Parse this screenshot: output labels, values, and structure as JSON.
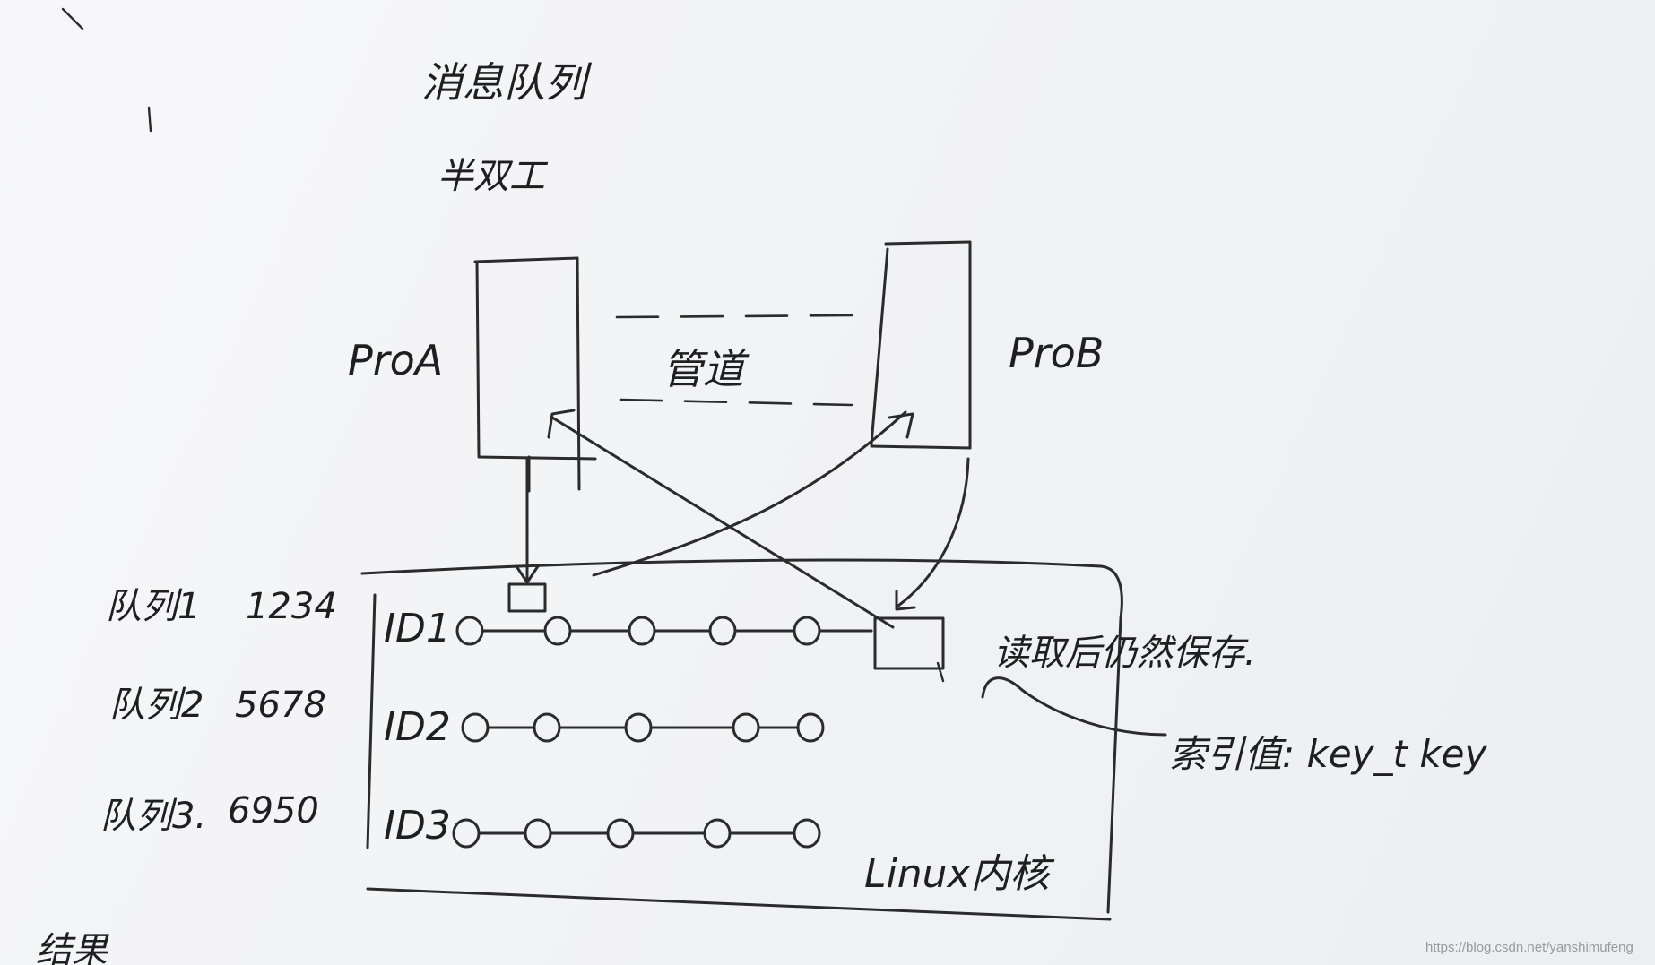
{
  "title": "消息队列",
  "subtitle": "半双工",
  "process_a": "ProA",
  "process_b": "ProB",
  "pipe_label": "管道",
  "kernel_label": "Linux内核",
  "read_note": "读取后仍然保存.",
  "index_note": "索引值: key_t key",
  "bottom_partial_text": "结果",
  "queues": [
    {
      "name": "队列1",
      "value": "1234",
      "id_label": "ID1",
      "nodes": 5
    },
    {
      "name": "队列2",
      "value": "5678",
      "id_label": "ID2",
      "nodes": 5
    },
    {
      "name": "队列3.",
      "value": "6950",
      "id_label": "ID3",
      "nodes": 5
    }
  ],
  "watermark": "https://blog.csdn.net/yanshimufeng"
}
